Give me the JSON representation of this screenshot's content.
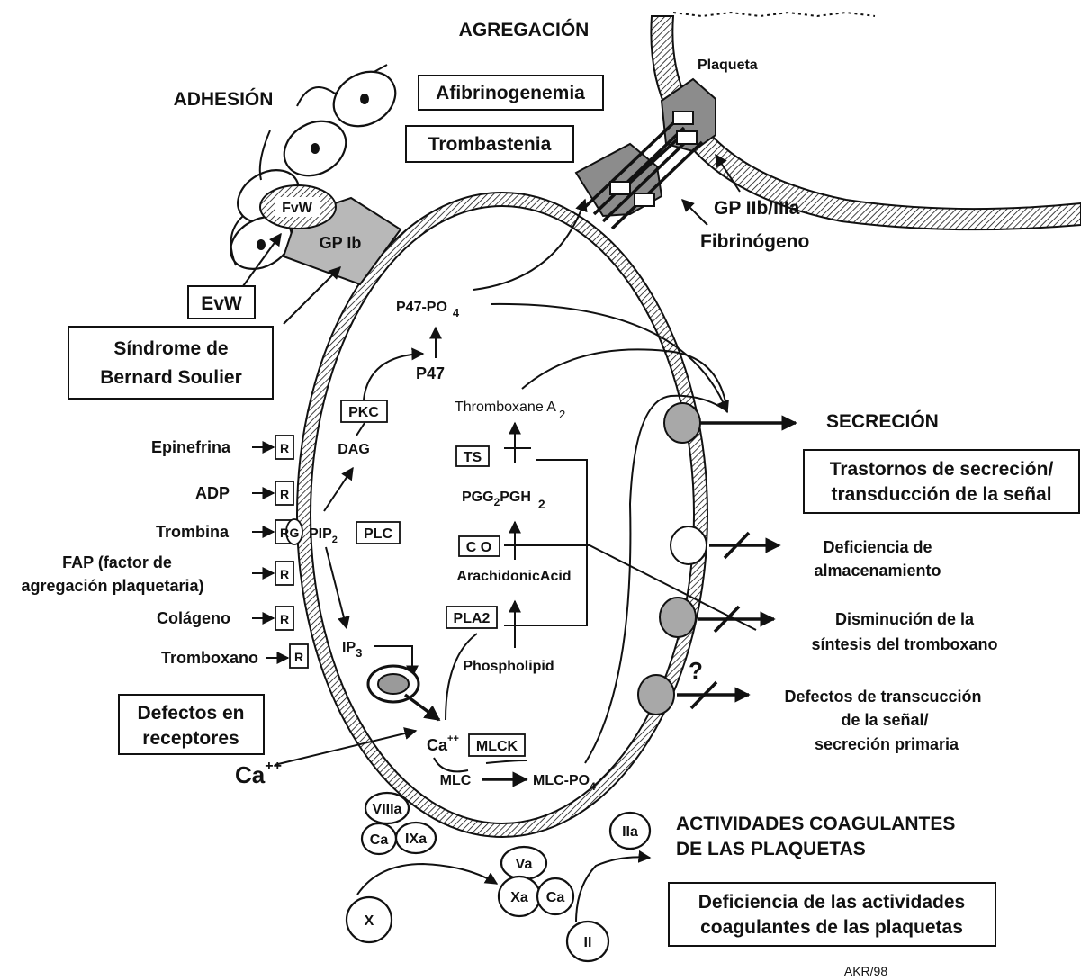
{
  "headings": {
    "agregacion": "AGREGACIÓN",
    "adhesion": "ADHESIÓN",
    "secrecion": "SECRECIÓN",
    "actividades_line1": "ACTIVIDADES COAGULANTES",
    "actividades_line2": "DE LAS PLAQUETAS"
  },
  "disorder_boxes": {
    "afibrinogenemia": "Afibrinogenemia",
    "trombastenia": "Trombastenia",
    "evw": "EvW",
    "bernard_line1": "Síndrome de",
    "bernard_line2": "Bernard Soulier",
    "receptores_line1": "Defectos en",
    "receptores_line2": "receptores",
    "secrecion_line1": "Trastornos de secreción/",
    "secrecion_line2": "transducción de la señal",
    "coag_line1": "Deficiencia de las actividades",
    "coag_line2": "coagulantes de las plaquetas"
  },
  "adhesion": {
    "fvw": "FvW",
    "gp_ib": "GP Ib"
  },
  "aggregation": {
    "plaqueta": "Plaqueta",
    "gp_iib_iiia": "GP IIb/IIIa",
    "fibrinogeno": "Fibrinógeno"
  },
  "agonists": [
    "Epinefrina",
    "ADP",
    "Trombina",
    "FAP (factor de",
    "agregación plaquetaria)",
    "Colágeno",
    "Tromboxano"
  ],
  "receptor_label": "R",
  "g_protein_label": "G",
  "signaling": {
    "pip": "PIP",
    "pip_sub": "2",
    "plc": "PLC",
    "dag": "DAG",
    "pkc": "PKC",
    "p47": "P47",
    "p47po": "P47-PO",
    "p47po_sub": "4",
    "ip": "IP",
    "ip_sub": "3",
    "ca": "Ca",
    "ca_sup": "++",
    "mlck": "MLCK",
    "mlc": "MLC",
    "mlcpo": "MLC-PO",
    "mlcpo_sub": "4",
    "ca_ext": "Ca",
    "ca_ext_sup": "++"
  },
  "arachidonic": {
    "thromboxane": "Thromboxane A",
    "thromboxane_sub": "2",
    "ts": "TS",
    "pgg": "PGG",
    "pgg_sub": "2",
    "pgh": "PGH",
    "pgh_sub": "2",
    "co": "C O",
    "arachidonic_acid": "ArachidonicAcid",
    "pla2": "PLA2",
    "phospholipid": "Phospholipid"
  },
  "secretion_defects": {
    "deficiencia_line1": "Deficiencia de",
    "deficiencia_line2": "almacenamiento",
    "disminucion_line1": "Disminución de la",
    "disminucion_line2": "síntesis del tromboxano",
    "question_mark": "?",
    "defectos_line1": "Defectos de transcucción",
    "defectos_line2": "de la señal/",
    "defectos_line3": "secreción primaria"
  },
  "coagulation_factors": {
    "viiia": "VIIIa",
    "ca1": "Ca",
    "ixa": "IXa",
    "va": "Va",
    "xa": "Xa",
    "ca2": "Ca",
    "iia": "IIa",
    "x": "X",
    "ii": "II"
  },
  "footer": {
    "credit": "AKR/98"
  }
}
